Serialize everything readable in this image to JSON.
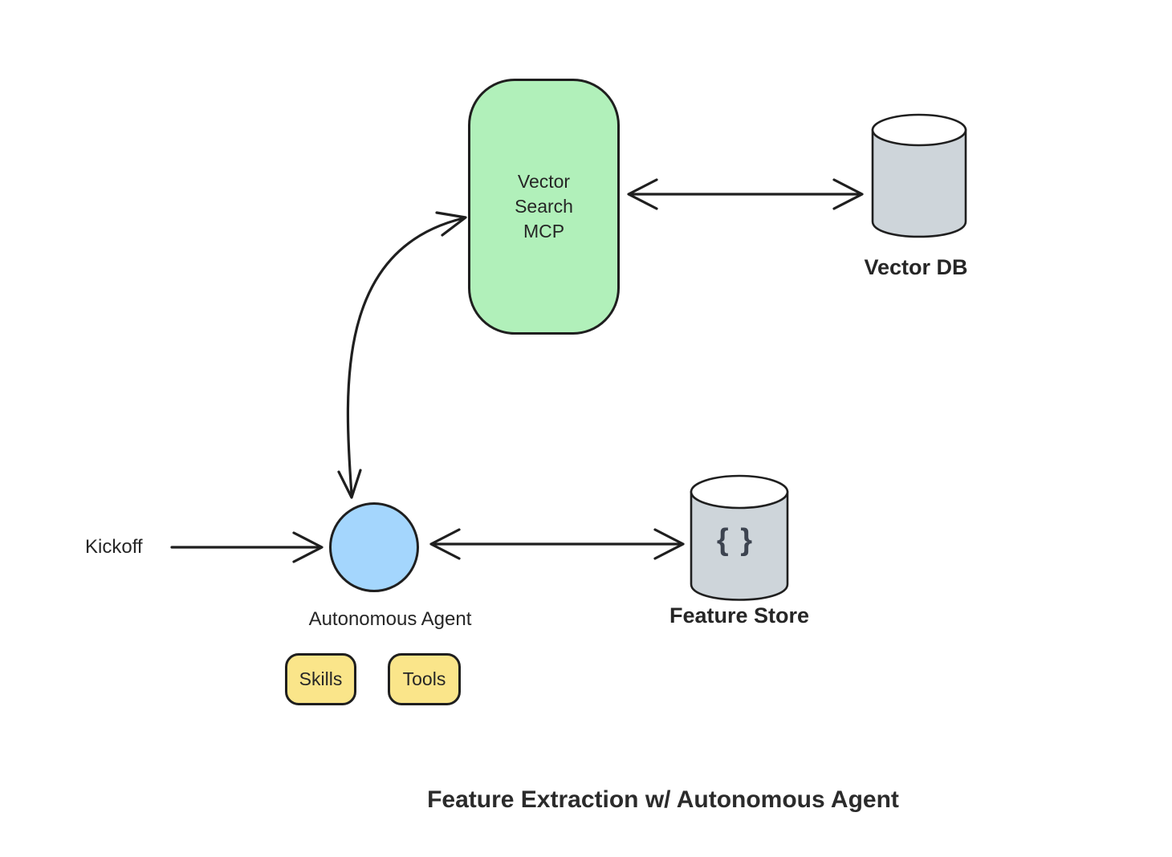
{
  "title": "Feature Extraction w/ Autonomous Agent",
  "nodes": {
    "mcp": {
      "label": "Vector Search MCP",
      "shape": "rounded-rect",
      "fill": "#b1f0ba"
    },
    "vector_db": {
      "label": "Vector DB",
      "shape": "cylinder",
      "fill": "#ced5da"
    },
    "agent": {
      "label": "Autonomous Agent",
      "shape": "circle",
      "fill": "#a4d6fd"
    },
    "feature_store": {
      "label": "Feature Store",
      "glyph": "{ }",
      "shape": "cylinder",
      "fill": "#ced5da"
    },
    "skills": {
      "label": "Skills",
      "shape": "rounded-rect",
      "fill": "#fae58a"
    },
    "tools": {
      "label": "Tools",
      "shape": "rounded-rect",
      "fill": "#fae58a"
    }
  },
  "annotations": {
    "kickoff": "Kickoff"
  },
  "edges": [
    {
      "from": "kickoff",
      "to": "agent",
      "style": "single-arrow"
    },
    {
      "from": "agent",
      "to": "mcp",
      "style": "double-arrow-curved"
    },
    {
      "from": "mcp",
      "to": "vector_db",
      "style": "double-arrow"
    },
    {
      "from": "agent",
      "to": "feature_store",
      "style": "double-arrow"
    }
  ],
  "colors": {
    "background": "#ffffff",
    "ink": "#1f1f1f",
    "green": "#b1f0ba",
    "blue": "#a4d6fd",
    "yellow": "#fae58a",
    "gray": "#ced5da",
    "glyph": "#3d4450"
  }
}
